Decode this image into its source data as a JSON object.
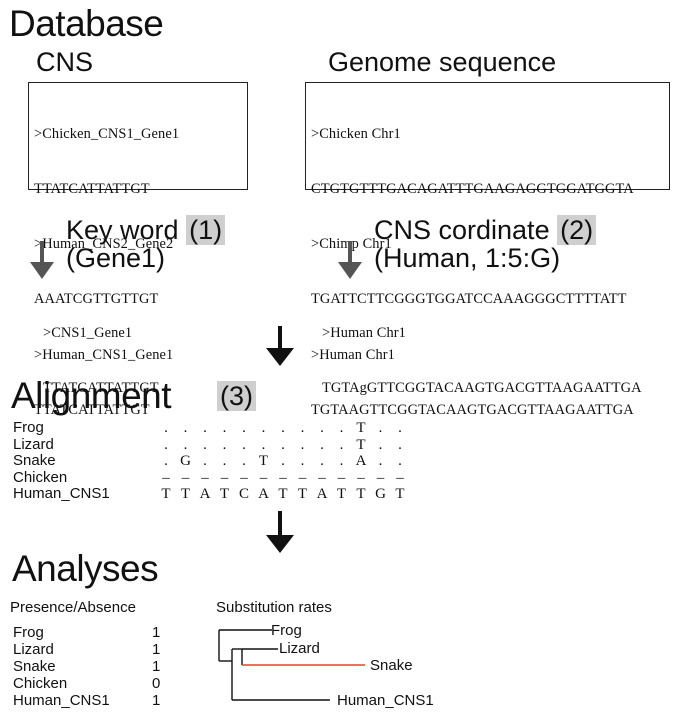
{
  "database": {
    "title": "Database",
    "cns": {
      "title": "CNS",
      "lines": [
        ">Chicken_CNS1_Gene1",
        "TTATCATTATTGT",
        ">Human_CNS2_Gene2",
        "AAATCGTTGTTGT",
        ">Human_CNS1_Gene1",
        "TTATCATTATTGT"
      ]
    },
    "genome": {
      "title": "Genome sequence",
      "lines": [
        ">Chicken Chr1",
        "CTGTGTTTGACAGATTTGAAGAGGTGGATGGTA",
        ">Chimp Chr1",
        "TGATTCTTCGGGTGGATCCAAAGGGCTTTTATT",
        ">Human Chr1",
        "TGTAAGTTCGGTACAAGTGACGTTAAGAATTGA"
      ]
    }
  },
  "step1": {
    "label_line1": "Key word",
    "badge": "(1)",
    "label_line2": "(Gene1)",
    "result": [
      ">CNS1_Gene1",
      "TTATCATTATTGT"
    ]
  },
  "step2": {
    "label_line1": "CNS cordinate",
    "badge": "(2)",
    "label_line2": "(Human, 1:5:G)",
    "result": [
      ">Human Chr1",
      "TGTAgGTTCGGTACAAGTGACGTTAAGAATTGA"
    ]
  },
  "alignment": {
    "title": "Alignment",
    "badge": "(3)",
    "taxa": [
      "Frog",
      "Lizard",
      "Snake",
      "Chicken",
      "Human_CNS1"
    ],
    "rows": [
      [
        ".",
        ".",
        ".",
        ".",
        ".",
        ".",
        ".",
        ".",
        ".",
        ".",
        "T",
        ".",
        "."
      ],
      [
        ".",
        ".",
        ".",
        ".",
        ".",
        ".",
        ".",
        ".",
        ".",
        ".",
        "T",
        ".",
        "."
      ],
      [
        ".",
        "G",
        ".",
        ".",
        ".",
        "T",
        ".",
        ".",
        ".",
        ".",
        "A",
        ".",
        "."
      ],
      [
        "–",
        "–",
        "–",
        "–",
        "–",
        "–",
        "–",
        "–",
        "–",
        "–",
        "–",
        "–",
        "–"
      ],
      [
        "T",
        "T",
        "A",
        "T",
        "C",
        "A",
        "T",
        "T",
        "A",
        "T",
        "T",
        "G",
        "T"
      ]
    ]
  },
  "analyses": {
    "title": "Analyses",
    "presence": {
      "title": "Presence/Absence",
      "rows": [
        {
          "taxon": "Frog",
          "value": "1"
        },
        {
          "taxon": "Lizard",
          "value": "1"
        },
        {
          "taxon": "Snake",
          "value": "1"
        },
        {
          "taxon": "Chicken",
          "value": "0"
        },
        {
          "taxon": "Human_CNS1",
          "value": "1"
        }
      ]
    },
    "substitution": {
      "title": "Substitution rates",
      "labels": [
        "Frog",
        "Lizard",
        "Snake",
        "Human_CNS1"
      ]
    }
  },
  "colors": {
    "highlight_branch": "#e8402a",
    "badge_bg": "#cfcfcf",
    "arrow": "#555555",
    "arrow_dark": "#111111"
  },
  "icons": [
    "arrow-down-icon"
  ]
}
